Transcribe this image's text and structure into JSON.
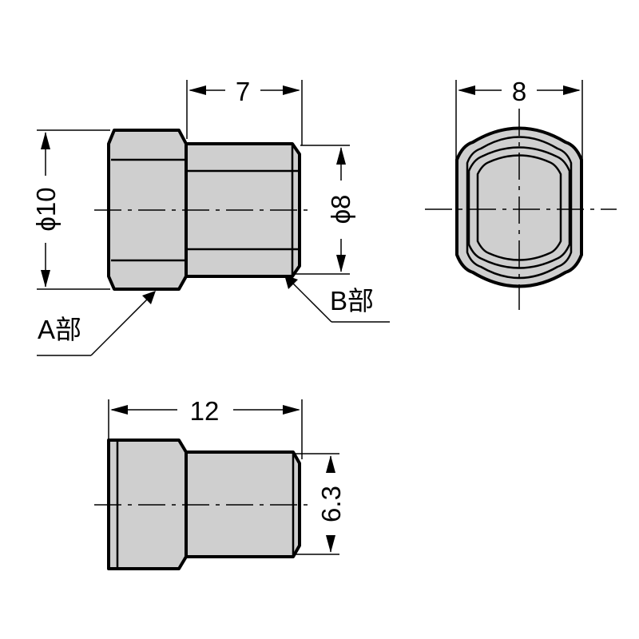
{
  "dimensions": {
    "top_width": "7",
    "outer_diameter": "ϕ10",
    "inner_diameter": "ϕ8",
    "end_view_width": "8",
    "total_length": "12",
    "flat_height": "6.3"
  },
  "labels": {
    "part_a": "A部",
    "part_b": "B部"
  },
  "colors": {
    "part_fill": "#cfcfcf",
    "line": "#000000",
    "background": "#ffffff"
  }
}
